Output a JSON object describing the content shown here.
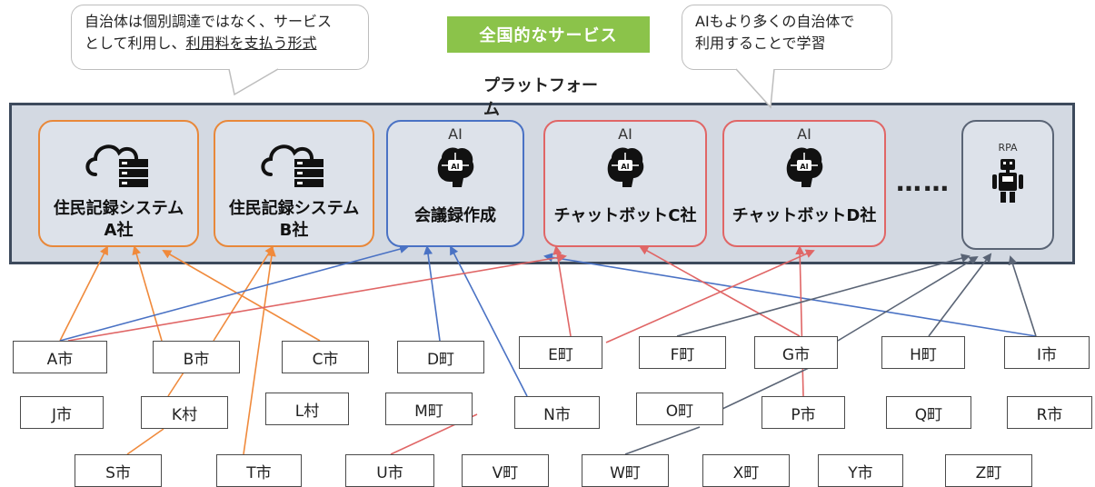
{
  "callouts": {
    "left": {
      "line1": "自治体は個別調達ではなく、サービス",
      "line2_plain": "として利用し、",
      "line2_underlined": "利用料を支払う形式"
    },
    "right": {
      "line1": "AIもより多くの自治体で",
      "line2": "利用することで学習"
    }
  },
  "badge": "全国的なサービス",
  "platform_title": "プラットフォーム",
  "services": [
    {
      "id": "jumin-a",
      "line1": "住民記録システム",
      "line2": "A社",
      "tag": "",
      "icon": "cloud-server-icon",
      "border": "#e8883a"
    },
    {
      "id": "jumin-b",
      "line1": "住民記録システム",
      "line2": "B社",
      "tag": "",
      "icon": "cloud-server-icon",
      "border": "#e8883a"
    },
    {
      "id": "kaigiroku",
      "line1": "会議録作成",
      "line2": "",
      "tag": "AI",
      "icon": "ai-brain-icon",
      "border": "#4a72c4"
    },
    {
      "id": "chatbot-c",
      "line1": "チャットボットC社",
      "line2": "",
      "tag": "AI",
      "icon": "ai-brain-icon",
      "border": "#e06666"
    },
    {
      "id": "chatbot-d",
      "line1": "チャットボットD社",
      "line2": "",
      "tag": "AI",
      "icon": "ai-brain-icon",
      "border": "#e06666"
    },
    {
      "id": "rpa",
      "line1": "",
      "line2": "",
      "tag": "RPA",
      "icon": "robot-icon",
      "border": "#5a6475"
    }
  ],
  "ellipsis": "……",
  "municipalities": [
    "A市",
    "B市",
    "C市",
    "D町",
    "E町",
    "F町",
    "G市",
    "H町",
    "I市",
    "J市",
    "K村",
    "L村",
    "M町",
    "N市",
    "O町",
    "P市",
    "Q町",
    "R市",
    "S市",
    "T市",
    "U市",
    "V町",
    "W町",
    "X町",
    "Y市",
    "Z町"
  ],
  "colors": {
    "orange": "#f08a3c",
    "blue": "#4a72c4",
    "red": "#e06666",
    "slate": "#5a6475",
    "green": "#8bc34a",
    "platform_border": "#3d4a5c"
  }
}
